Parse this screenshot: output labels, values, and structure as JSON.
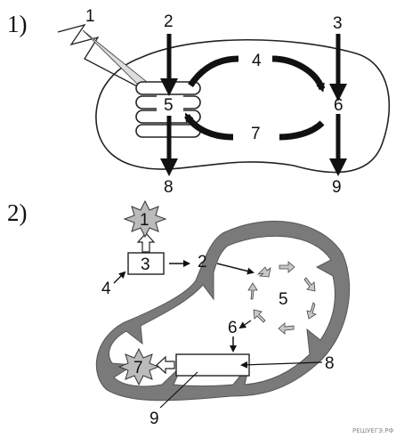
{
  "diagram1": {
    "number": "1)",
    "labels": [
      "1",
      "2",
      "3",
      "4",
      "5",
      "6",
      "7",
      "8",
      "9"
    ]
  },
  "diagram2": {
    "number": "2)",
    "labels": [
      "1",
      "2",
      "3",
      "4",
      "5",
      "6",
      "7",
      "8",
      "9"
    ]
  },
  "watermark": "РЕШУЕГЭ.РФ"
}
